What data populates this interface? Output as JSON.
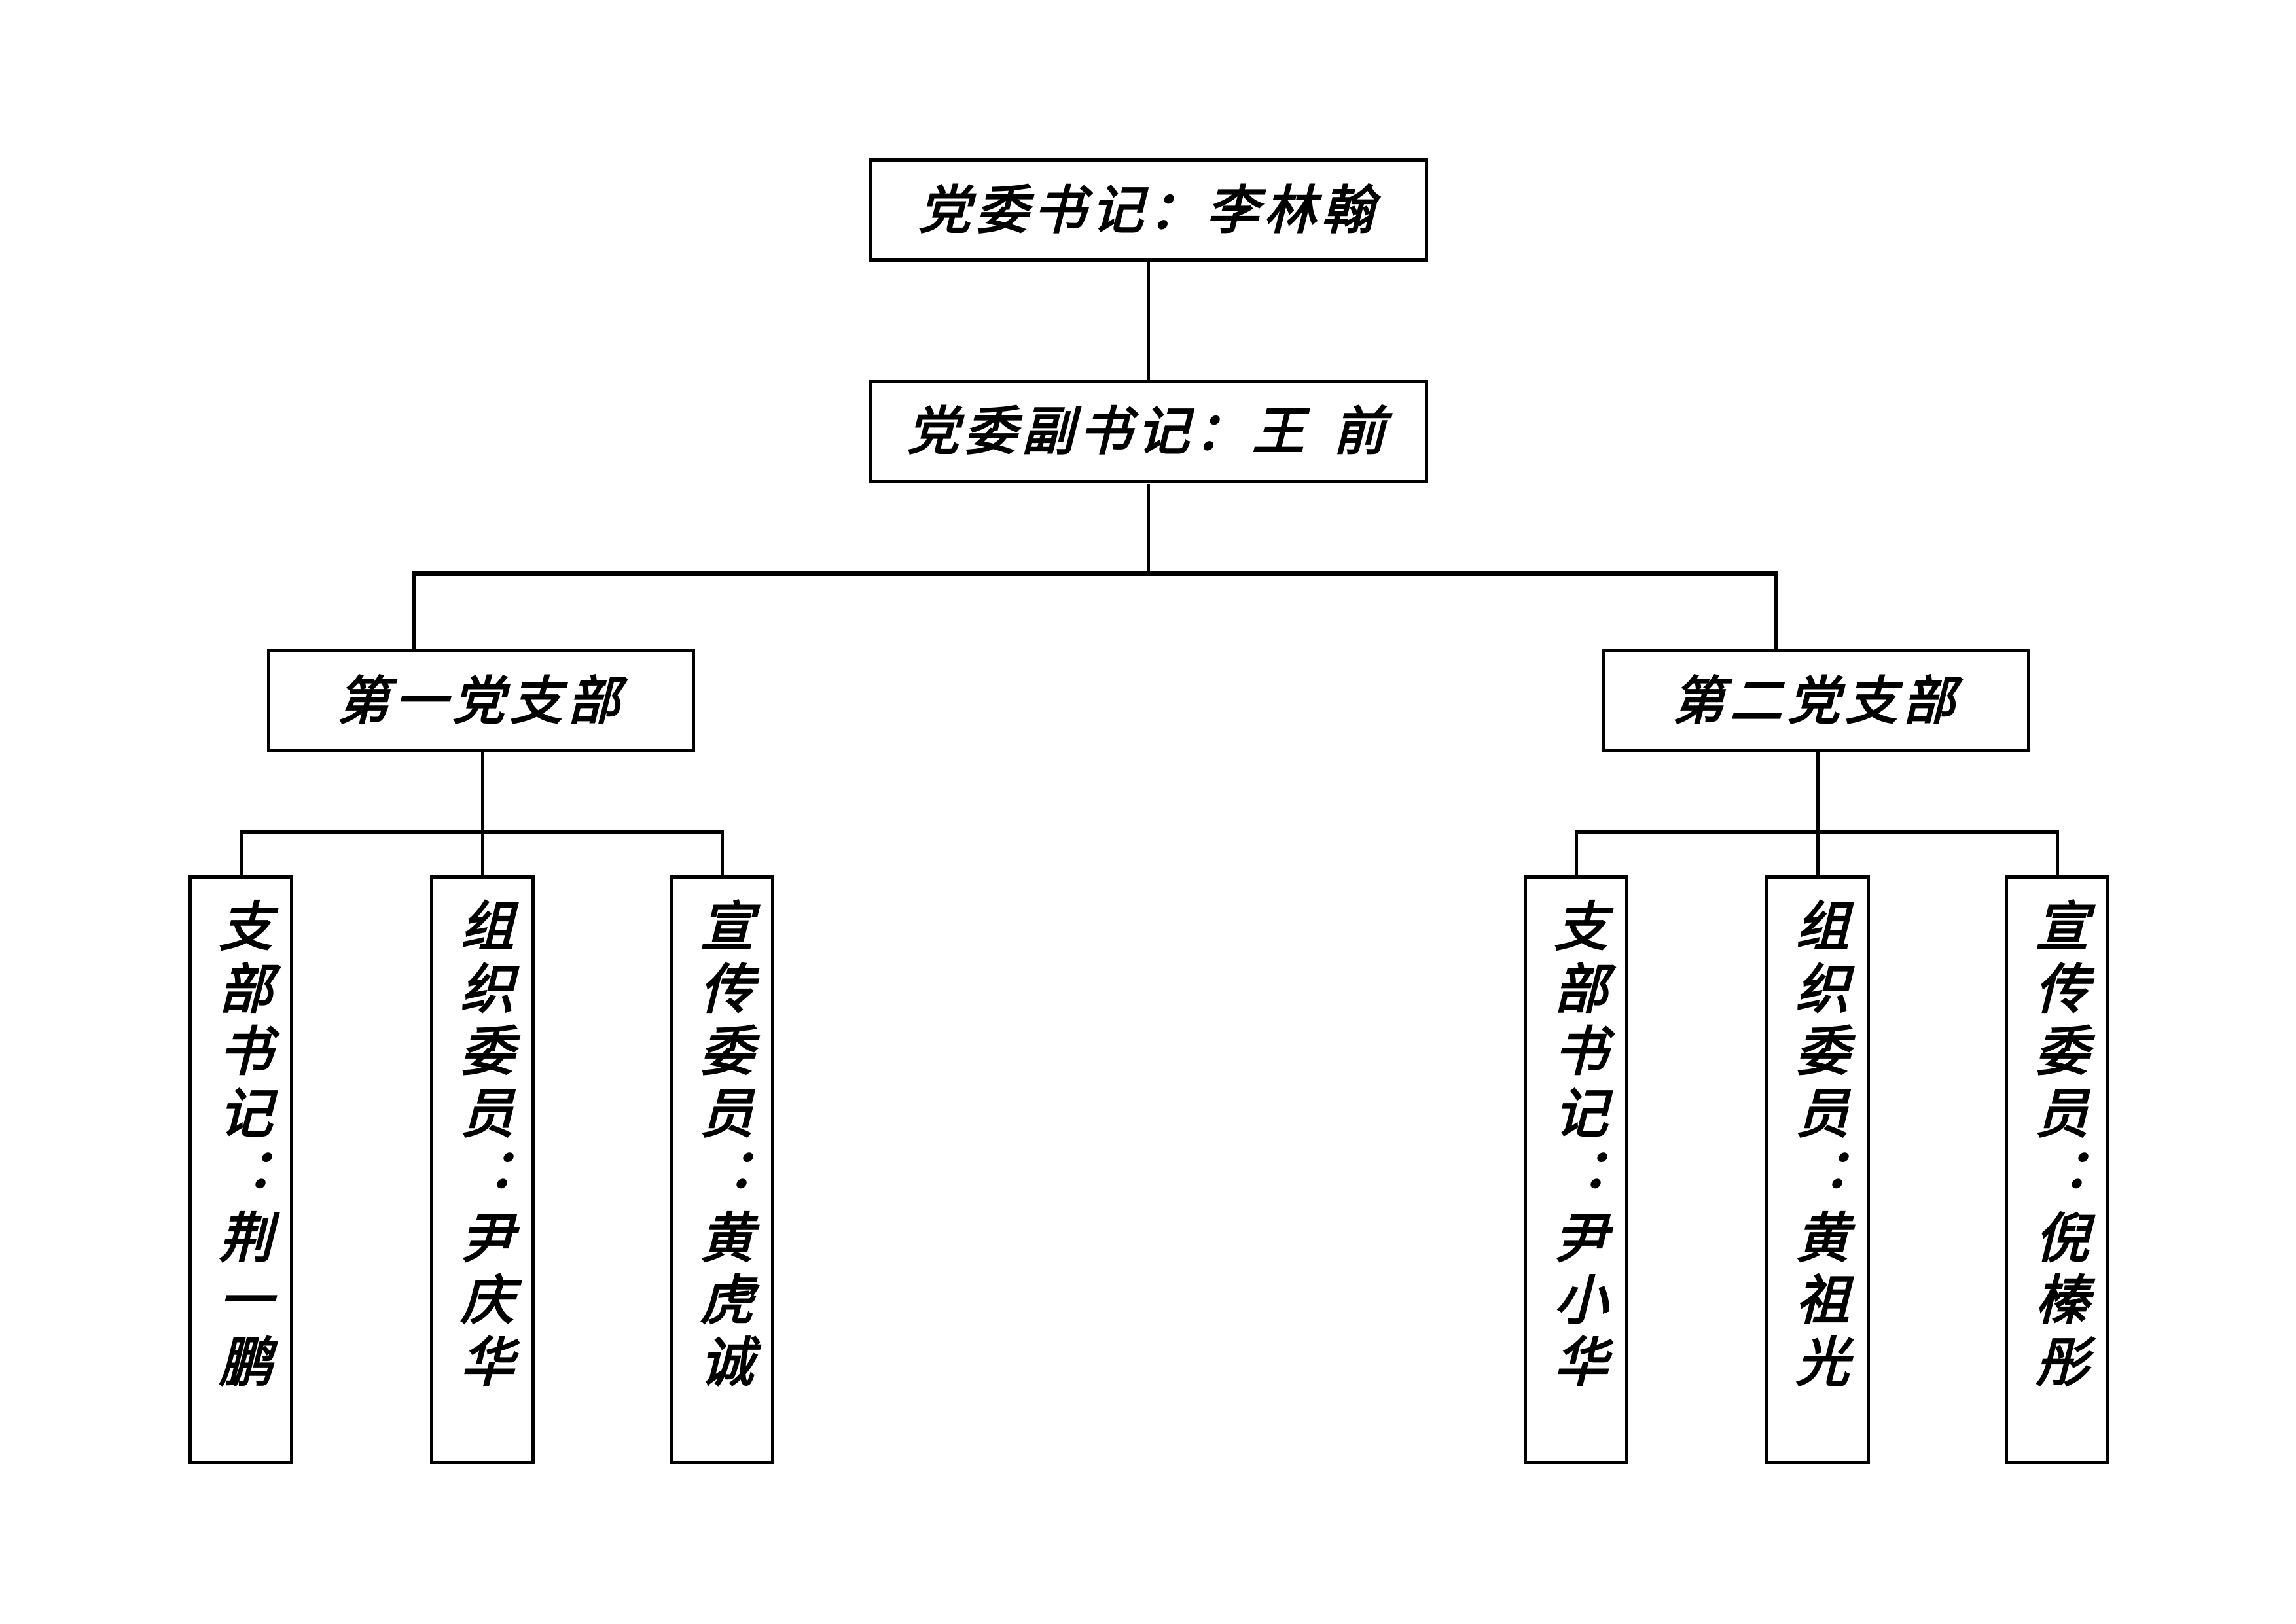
{
  "chart_data": {
    "type": "diagram",
    "diagram_kind": "organizational-chart",
    "title": "",
    "orientation": "top-down",
    "nodes": [
      {
        "id": "n1",
        "label": "党委书记：李林翰",
        "level": 0,
        "text_direction": "horizontal"
      },
      {
        "id": "n2",
        "label": "党委副书记：王 前",
        "level": 1,
        "text_direction": "horizontal"
      },
      {
        "id": "b1",
        "label": "第一党支部",
        "level": 2,
        "text_direction": "horizontal"
      },
      {
        "id": "b2",
        "label": "第二党支部",
        "level": 2,
        "text_direction": "horizontal"
      },
      {
        "id": "b1c1",
        "label": "支部书记：荆一鹏",
        "level": 3,
        "text_direction": "vertical"
      },
      {
        "id": "b1c2",
        "label": "组织委员：尹庆华",
        "level": 3,
        "text_direction": "vertical"
      },
      {
        "id": "b1c3",
        "label": "宣传委员：黄虎诚",
        "level": 3,
        "text_direction": "vertical"
      },
      {
        "id": "b2c1",
        "label": "支部书记：尹小华",
        "level": 3,
        "text_direction": "vertical"
      },
      {
        "id": "b2c2",
        "label": "组织委员：黄祖光",
        "level": 3,
        "text_direction": "vertical"
      },
      {
        "id": "b2c3",
        "label": "宣传委员：倪榛彤",
        "level": 3,
        "text_direction": "vertical"
      }
    ],
    "edges": [
      {
        "from": "n1",
        "to": "n2"
      },
      {
        "from": "n2",
        "to": "b1"
      },
      {
        "from": "n2",
        "to": "b2"
      },
      {
        "from": "b1",
        "to": "b1c1"
      },
      {
        "from": "b1",
        "to": "b1c2"
      },
      {
        "from": "b1",
        "to": "b1c3"
      },
      {
        "from": "b2",
        "to": "b2c1"
      },
      {
        "from": "b2",
        "to": "b2c2"
      },
      {
        "from": "b2",
        "to": "b2c3"
      }
    ],
    "colors": {
      "background": "#ffffff",
      "line": "#000000",
      "text": "#000000"
    }
  },
  "chart": {
    "secretary": {
      "label": "党委书记：李林翰"
    },
    "deputy_secretary": {
      "label": "党委副书记：王 前"
    },
    "branches": [
      {
        "header": "第一党支部",
        "members": [
          {
            "label": "支部书记：荆一鹏"
          },
          {
            "label": "组织委员：尹庆华"
          },
          {
            "label": "宣传委员：黄虎诚"
          }
        ]
      },
      {
        "header": "第二党支部",
        "members": [
          {
            "label": "支部书记：尹小华"
          },
          {
            "label": "组织委员：黄祖光"
          },
          {
            "label": "宣传委员：倪榛彤"
          }
        ]
      }
    ]
  }
}
